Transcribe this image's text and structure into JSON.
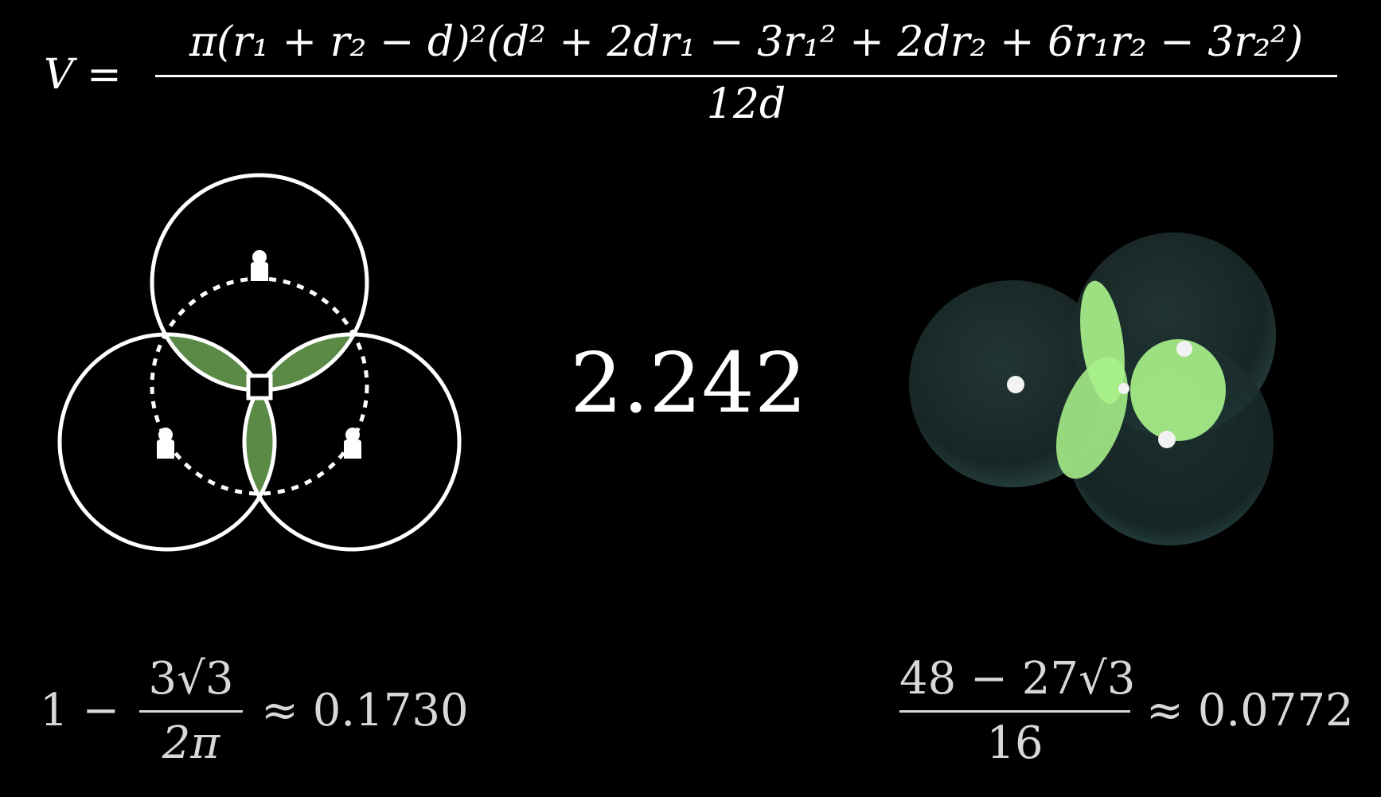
{
  "top_formula": {
    "lhs": "V =",
    "numerator": "π(r₁ + r₂ − d)²(d² + 2dr₁ − 3r₁² + 2dr₂ + 6r₁r₂ − 3r₂²)",
    "denominator": "12d"
  },
  "center_value": "2.242",
  "bottom_left": {
    "prefix": "1 −",
    "numerator": "3√3",
    "denominator": "2π",
    "approx": "≈ 0.1730"
  },
  "bottom_right": {
    "numerator": "48 − 27√3",
    "denominator": "16",
    "approx": "≈ 0.0772"
  },
  "colors": {
    "background": "#000000",
    "stroke": "#ffffff",
    "overlap_fill": "#5a8a45",
    "lens_fill": "#a8f08a",
    "sphere_fill": "#1b2b2a",
    "bottom_text": "#d8d8d8"
  },
  "icons": {
    "person": "person-icon",
    "center_marker": "square-marker-icon"
  }
}
